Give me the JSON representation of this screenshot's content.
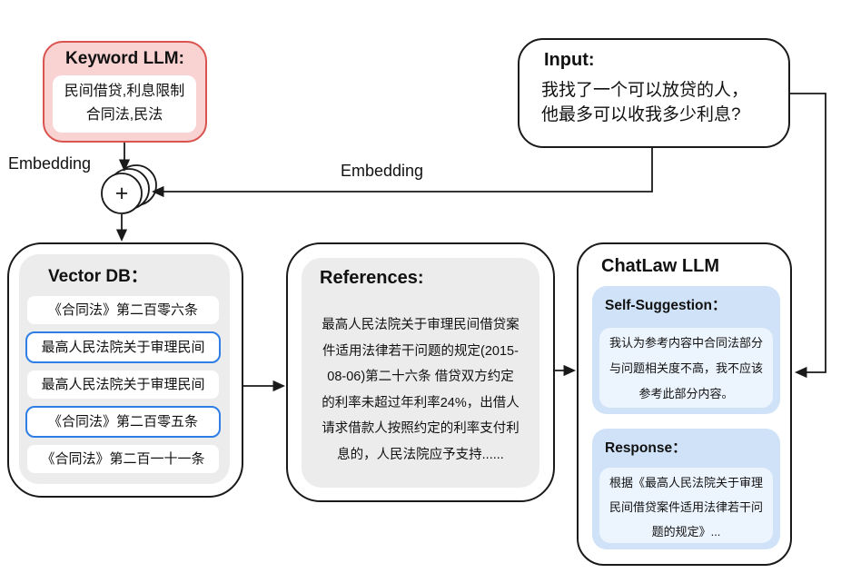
{
  "keyword_llm": {
    "title": "Keyword LLM:",
    "lines": [
      "民间借贷,利息限制",
      "合同法,民法"
    ]
  },
  "input": {
    "title": "Input:",
    "lines": [
      "我找了一个可以放贷的人，",
      "他最多可以收我多少利息?"
    ]
  },
  "labels": {
    "embedding_left": "Embedding",
    "embedding_mid": "Embedding",
    "plus": "+"
  },
  "vector_db": {
    "title": "Vector DB：",
    "items": [
      {
        "text": "《合同法》第二百零六条",
        "highlighted": false
      },
      {
        "text": "最高人民法院关于审理民间",
        "highlighted": true
      },
      {
        "text": "最高人民法院关于审理民间",
        "highlighted": false
      },
      {
        "text": "《合同法》第二百零五条",
        "highlighted": true
      },
      {
        "text": "《合同法》第二百一十一条",
        "highlighted": false
      }
    ]
  },
  "references": {
    "title": "References:",
    "lines": [
      "最高人民法院关于审理民间借贷案",
      "件适用法律若干问题的规定(2015-",
      "08-06)第二十六条 借贷双方约定",
      "的利率未超过年利率24%，出借人",
      "请求借款人按照约定的利率支付利",
      "息的，人民法院应予支持......"
    ]
  },
  "chatlaw": {
    "title": "ChatLaw LLM",
    "self_suggestion": {
      "title": "Self-Suggestion：",
      "lines": [
        "我认为参考内容中合同法部分",
        "与问题相关度不高，我不应该",
        "参考此部分内容。"
      ]
    },
    "response": {
      "title": "Response：",
      "lines": [
        "根据《最高人民法院关于审理",
        "民间借贷案件适用法律若干问",
        "题的规定》..."
      ]
    }
  },
  "colors": {
    "keyword_bg": "#f9d2d2",
    "keyword_border": "#d9534f",
    "panel_gray": "#ececec",
    "highlight_blue_border": "#2e7ee5",
    "suggestion_bg": "#cfe2f7",
    "suggestion_inner_bg": "#ecf4fd",
    "line": "#1a1a1a"
  }
}
